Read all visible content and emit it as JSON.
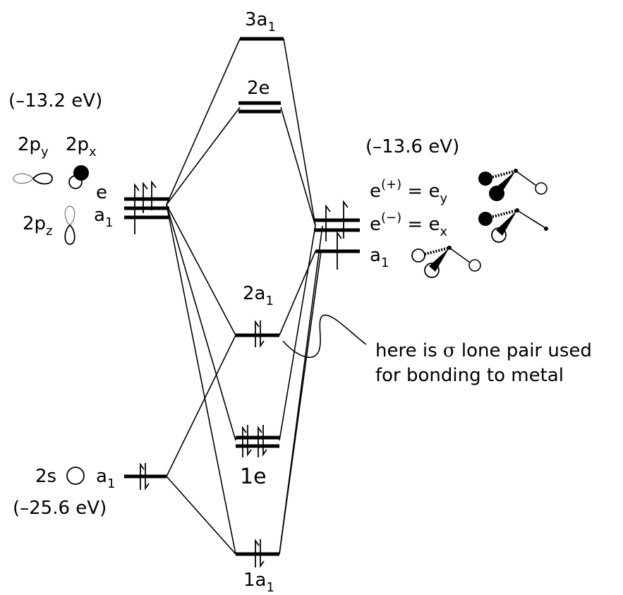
{
  "left_fragment": {
    "energy": "(–13.2 eV)",
    "orbital_2py": {
      "main": "2p",
      "sub": "y"
    },
    "orbital_2px": {
      "main": "2p",
      "sub": "x"
    },
    "orbital_2pz": {
      "main": "2p",
      "sub": "z"
    },
    "sym_e": "e",
    "sym_a1": {
      "main": "a",
      "sub": "1"
    },
    "orbital_2s": "2s",
    "sym_2s_a1": {
      "main": "a",
      "sub": "1"
    },
    "energy_2s": "(–25.6 eV)"
  },
  "molecular_orbitals": {
    "mo_3a1": {
      "main": "3a",
      "sub": "1"
    },
    "mo_2e": "2e",
    "mo_2a1": {
      "main": "2a",
      "sub": "1"
    },
    "mo_1e": "1e",
    "mo_1a1": {
      "main": "1a",
      "sub": "1"
    }
  },
  "right_fragment": {
    "energy": "(–13.6 eV)",
    "e_plus": {
      "lhs": "e",
      "sup": "(+)",
      "eq": " = e",
      "sub": "y"
    },
    "e_minus": {
      "lhs": "e",
      "sup": "(−)",
      "eq": " = e",
      "sub": "x"
    },
    "sym_a1": {
      "main": "a",
      "sub": "1"
    }
  },
  "annotation": {
    "line1_pre": "here is ",
    "sigma": "σ",
    "line1_post": " lone pair used",
    "line2": "for bonding to metal"
  }
}
